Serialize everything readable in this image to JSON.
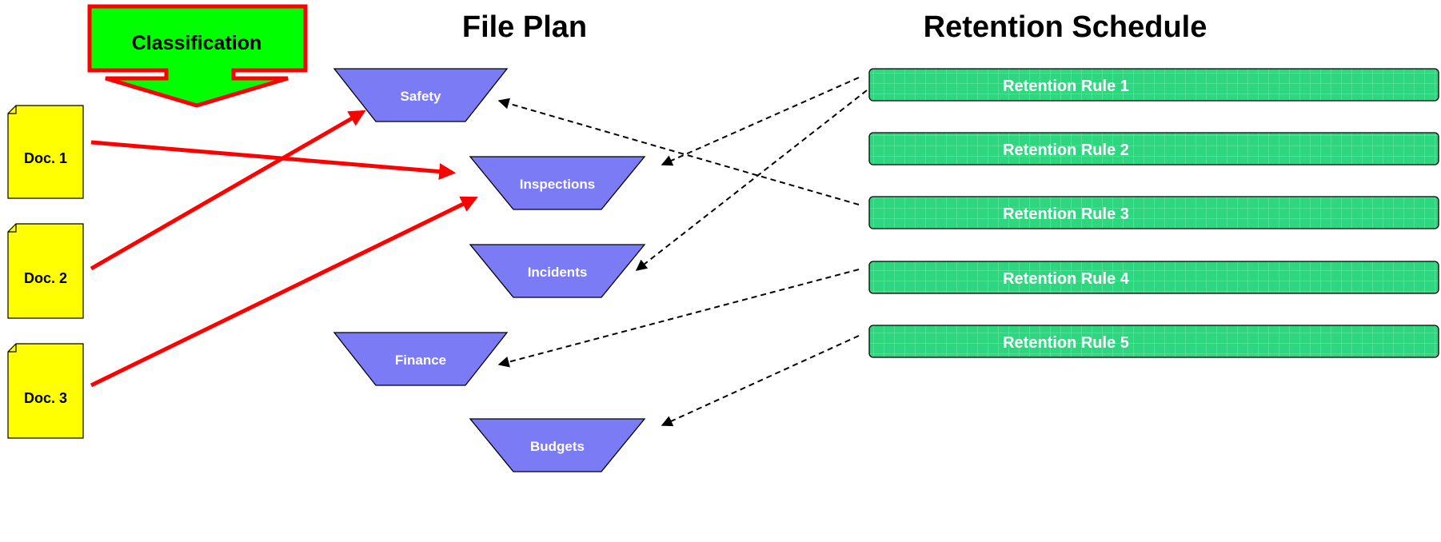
{
  "titles": {
    "file_plan": "File Plan",
    "retention_schedule": "Retention Schedule"
  },
  "classification": {
    "label": "Classification"
  },
  "documents": [
    "Doc. 1",
    "Doc. 2",
    "Doc. 3"
  ],
  "file_plan": [
    "Safety",
    "Inspections",
    "Incidents",
    "Finance",
    "Budgets"
  ],
  "retention_rules": [
    "Retention Rule 1",
    "Retention Rule 2",
    "Retention Rule 3",
    "Retention Rule 4",
    "Retention Rule 5"
  ],
  "classification_links": [
    {
      "from": "Doc. 1",
      "to": "Inspections"
    },
    {
      "from": "Doc. 2",
      "to": "Safety"
    },
    {
      "from": "Doc. 3",
      "to": "Inspections"
    }
  ],
  "retention_links": [
    {
      "from": "Retention Rule 1",
      "to": "Inspections"
    },
    {
      "from": "Retention Rule 1",
      "to": "Incidents"
    },
    {
      "from": "Retention Rule 3",
      "to": "Safety"
    },
    {
      "from": "Retention Rule 4",
      "to": "Finance"
    },
    {
      "from": "Retention Rule 5",
      "to": "Budgets"
    }
  ],
  "colors": {
    "classification_fill": "#00ff00",
    "classification_border": "#ff0000",
    "document_fill": "#ffff00",
    "folder_fill": "#7b7bf5",
    "rule_fill": "#2ed47f",
    "classification_arrow": "#ff0000",
    "retention_arrow": "#000000"
  }
}
